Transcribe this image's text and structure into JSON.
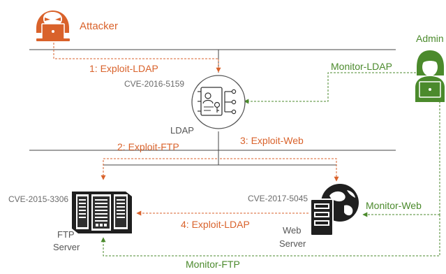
{
  "colors": {
    "attack": "#d9622b",
    "monitor": "#4b8a2c",
    "network": "#444444",
    "device": "#333333"
  },
  "nodes": {
    "attacker": {
      "label": "Attacker",
      "icon": "hooded-hacker-icon"
    },
    "admin": {
      "label": "Admin",
      "icon": "admin-user-icon"
    },
    "ldap": {
      "label": "LDAP",
      "cve": "CVE-2016-5159",
      "icon": "ldap-directory-icon"
    },
    "ftp": {
      "label_line1": "FTP",
      "label_line2": "Server",
      "cve": "CVE-2015-3306",
      "icon": "server-rack-icon"
    },
    "web": {
      "label_line1": "Web",
      "label_line2": "Server",
      "cve": "CVE-2017-5045",
      "icon": "web-server-globe-icon"
    }
  },
  "edges": {
    "exploit_ldap_1": "1: Exploit-LDAP",
    "exploit_ftp_2": "2: Exploit-FTP",
    "exploit_web_3": "3: Exploit-Web",
    "exploit_ldap_4": "4: Exploit-LDAP",
    "monitor_ldap": "Monitor-LDAP",
    "monitor_web": "Monitor-Web",
    "monitor_ftp": "Monitor-FTP"
  }
}
